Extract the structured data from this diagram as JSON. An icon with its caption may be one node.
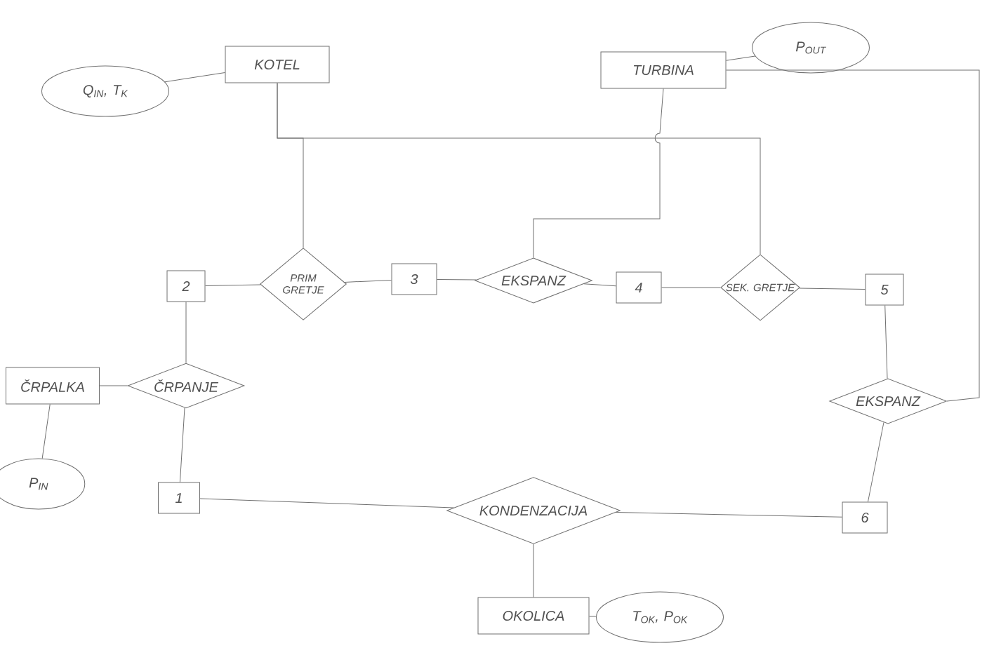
{
  "diagram": {
    "nodes": [
      {
        "text": [
          "Q$_{IN}$, T$_{K}$"
        ]
      },
      {
        "text": [
          "KOTEL"
        ]
      },
      {
        "text": [
          "TURBINA"
        ]
      },
      {
        "text": [
          "P$_{OUT}$"
        ]
      },
      {
        "text": [
          "2"
        ]
      },
      {
        "text": [
          "PRIM GRETJE"
        ]
      },
      {
        "text": [
          "3"
        ]
      },
      {
        "text": [
          "EKSPANZ"
        ]
      },
      {
        "text": [
          "4"
        ]
      },
      {
        "text": [
          "SEK. GRETJE"
        ]
      },
      {
        "text": [
          "5"
        ]
      },
      {
        "text": [
          "ČRPALKA"
        ]
      },
      {
        "text": [
          "ČRPANJE"
        ]
      },
      {
        "text": [
          "EKSPANZ"
        ]
      },
      {
        "text": [
          "P$_{IN}$"
        ]
      },
      {
        "text": [
          "1"
        ]
      },
      {
        "text": [
          "KONDENZACIJA"
        ]
      },
      {
        "text": [
          "6"
        ]
      },
      {
        "text": [
          "OKOLICA"
        ]
      },
      {
        "text": [
          "T$_{OK}$, P$_{OK}$"
        ]
      }
    ],
    "edges": [
      {
        "from": 0,
        "to": 1,
        "arrow": "none"
      },
      {
        "from": 2,
        "to": 3,
        "arrow": "none"
      },
      {
        "from": 1,
        "to": 5,
        "arrow": "none"
      },
      {
        "from": 1,
        "to": 9,
        "arrow": "none"
      },
      {
        "from": 2,
        "to": 7,
        "arrow": "none"
      },
      {
        "from": 2,
        "to": 13,
        "arrow": "none"
      },
      {
        "from": 4,
        "to": 5,
        "arrow": "none"
      },
      {
        "from": 5,
        "to": 6,
        "arrow": "none"
      },
      {
        "from": 6,
        "to": 7,
        "arrow": "none"
      },
      {
        "from": 7,
        "to": 8,
        "arrow": "none"
      },
      {
        "from": 8,
        "to": 9,
        "arrow": "none"
      },
      {
        "from": 9,
        "to": 10,
        "arrow": "none"
      },
      {
        "from": 4,
        "to": 12,
        "arrow": "none"
      },
      {
        "from": 11,
        "to": 12,
        "arrow": "none"
      },
      {
        "from": 12,
        "to": 15,
        "arrow": "none"
      },
      {
        "from": 11,
        "to": 14,
        "arrow": "none"
      },
      {
        "from": 10,
        "to": 13,
        "arrow": "none"
      },
      {
        "from": 13,
        "to": 17,
        "arrow": "none"
      },
      {
        "from": 15,
        "to": 16,
        "arrow": "none"
      },
      {
        "from": 16,
        "to": 17,
        "arrow": "none"
      },
      {
        "from": 16,
        "to": 18,
        "arrow": "none"
      },
      {
        "from": 18,
        "to": 19,
        "arrow": "none"
      }
    ]
  }
}
